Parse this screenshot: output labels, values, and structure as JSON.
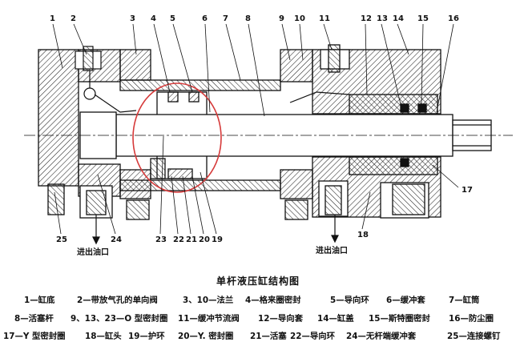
{
  "callouts": [
    "1",
    "2",
    "3",
    "4",
    "5",
    "6",
    "7",
    "8",
    "9",
    "10",
    "11",
    "12",
    "13",
    "14",
    "15",
    "16",
    "17",
    "18",
    "19",
    "20",
    "21",
    "22",
    "23",
    "24",
    "25"
  ],
  "ports": {
    "left": "进出油口",
    "right": "进出油口"
  },
  "title": "单杆液压缸结构图",
  "legend": {
    "row1": [
      "1—缸底",
      "2—带放气孔的单向阀",
      "3、10—法兰",
      "4—格来圈密封",
      "5—导向环",
      "6—缓冲套",
      "7—缸筒"
    ],
    "row2": [
      "8—活塞杆",
      "9、13、23—O 型密封圈",
      "11—缓冲节流阀",
      "12—导向套",
      "14—缸盖",
      "15—斯特圈密封",
      "16—防尘圈"
    ],
    "row3": [
      "17—Y 型密封圈",
      "18—缸头",
      "19—护环",
      "20—Y. 密封圈",
      "21—活塞",
      "22—导向环",
      "24—无杆端缓冲套",
      "25—连接螺钉"
    ]
  },
  "colors": {
    "ink": "#111111",
    "highlight": "#d63a3a",
    "hatch": "#222222"
  }
}
